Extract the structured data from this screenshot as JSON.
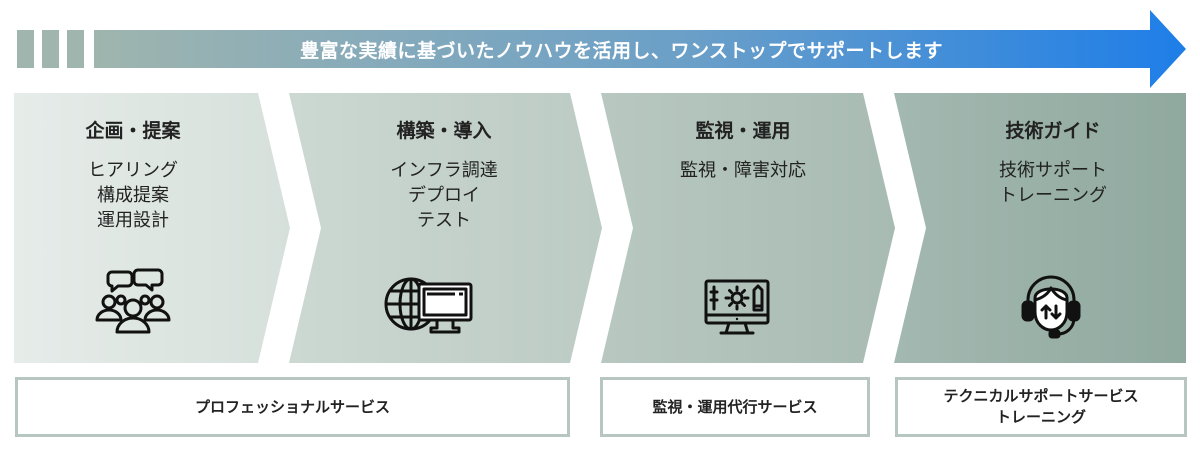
{
  "banner": {
    "title": "豊富な実績に基づいたノウハウを活用し、ワンストップでサポートします"
  },
  "steps": [
    {
      "title": "企画・提案",
      "items": [
        "ヒアリング",
        "構成提案",
        "運用設計"
      ],
      "icon": "people-chat-icon"
    },
    {
      "title": "構築・導入",
      "items": [
        "インフラ調達",
        "デプロイ",
        "テスト"
      ],
      "icon": "globe-computer-icon"
    },
    {
      "title": "監視・運用",
      "items": [
        "監視・障害対応"
      ],
      "icon": "monitor-settings-icon"
    },
    {
      "title": "技術ガイド",
      "items": [
        "技術サポート",
        "トレーニング"
      ],
      "icon": "headset-support-icon"
    }
  ],
  "services": [
    {
      "lines": [
        "プロフェッショナルサービス"
      ]
    },
    {
      "lines": [
        "監視・運用代行サービス"
      ]
    },
    {
      "lines": [
        "テクニカルサポートサービス",
        "トレーニング"
      ]
    }
  ],
  "colors": {
    "arrow_start": "#9fb5ae",
    "arrow_end": "#1e7ee8",
    "step_1": "#dfe7e3",
    "step_2": "#c5d3cd",
    "step_3": "#b0c2bb",
    "step_4": "#98afa7",
    "box_border": "#b7c6c1"
  }
}
